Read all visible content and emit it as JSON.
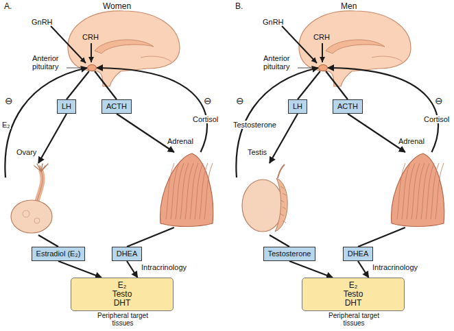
{
  "diagram": {
    "nodes": [
      {
        "text": [
          "Anterior pituitary"
        ]
      },
      {
        "text": [
          "LH"
        ]
      },
      {
        "text": [
          "ACTH"
        ]
      },
      {
        "text": [
          "Ovary"
        ]
      },
      {
        "text": [
          "Adrenal"
        ]
      },
      {
        "text": [
          "Estradiol (E₂)"
        ]
      },
      {
        "text": [
          "DHEA"
        ]
      },
      {
        "text": [
          "E₂ Testo DHT",
          "Peripheral target tissues"
        ]
      },
      {
        "text": [
          "Anterior pituitary"
        ]
      },
      {
        "text": [
          "LH"
        ]
      },
      {
        "text": [
          "ACTH"
        ]
      },
      {
        "text": [
          "Testis"
        ]
      },
      {
        "text": [
          "Adrenal"
        ]
      },
      {
        "text": [
          "Testosterone"
        ]
      },
      {
        "text": [
          "DHEA"
        ]
      },
      {
        "text": [
          "E₂ Testo DHT",
          "Peripheral target tissues"
        ]
      }
    ],
    "edges": [
      {
        "from": 0,
        "to": 1,
        "arrow": "none"
      },
      {
        "from": 1,
        "to": 3,
        "arrow": "to"
      },
      {
        "from": 0,
        "to": 2,
        "arrow": "none"
      },
      {
        "from": 2,
        "to": 4,
        "arrow": "to"
      },
      {
        "from": 3,
        "to": 0,
        "label": "E₂",
        "arrow": "to"
      },
      {
        "from": 4,
        "to": 0,
        "label": "Cortisol",
        "arrow": "to"
      },
      {
        "from": 3,
        "to": 5,
        "arrow": "none"
      },
      {
        "from": 5,
        "to": 7,
        "arrow": "to"
      },
      {
        "from": 4,
        "to": 6,
        "arrow": "none"
      },
      {
        "from": 6,
        "to": 7,
        "label": "Intracrinology",
        "arrow": "to"
      },
      {
        "from": 8,
        "to": 9,
        "arrow": "none"
      },
      {
        "from": 9,
        "to": 11,
        "arrow": "to"
      },
      {
        "from": 8,
        "to": 10,
        "arrow": "none"
      },
      {
        "from": 10,
        "to": 12,
        "arrow": "to"
      },
      {
        "from": 11,
        "to": 8,
        "label": "Testosterone",
        "arrow": "to"
      },
      {
        "from": 12,
        "to": 8,
        "label": "Cortisol",
        "arrow": "to"
      },
      {
        "from": 11,
        "to": 13,
        "arrow": "none"
      },
      {
        "from": 13,
        "to": 15,
        "arrow": "to"
      },
      {
        "from": 12,
        "to": 14,
        "arrow": "none"
      },
      {
        "from": 14,
        "to": 15,
        "label": "Intracrinology",
        "arrow": "to"
      }
    ],
    "labels": [
      "A.",
      "Women",
      "GnRH",
      "CRH",
      "⊖",
      "⊖",
      "B.",
      "Men",
      "GnRH",
      "CRH",
      "⊖",
      "⊖"
    ]
  }
}
